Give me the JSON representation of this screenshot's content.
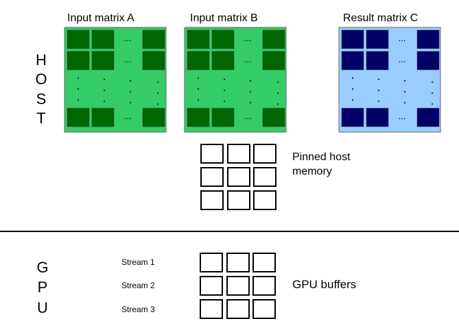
{
  "host": {
    "label_letters": [
      "H",
      "O",
      "S",
      "T"
    ],
    "matrices": [
      {
        "title": "Input matrix A",
        "fill": "#33cc66",
        "cell": "#006600"
      },
      {
        "title": "Input matrix B",
        "fill": "#33cc66",
        "cell": "#006600"
      },
      {
        "title": "Result matrix C",
        "fill": "#99ccff",
        "cell": "#000066"
      }
    ],
    "pinned_label_lines": [
      "Pinned host",
      "memory"
    ]
  },
  "gpu": {
    "label_letters": [
      "G",
      "P",
      "U"
    ],
    "streams": [
      "Stream 1",
      "Stream 2",
      "Stream 3"
    ],
    "buffers_label": "GPU buffers"
  },
  "ellipsis": "...",
  "colors": {
    "separator": "#000000",
    "buffer_stroke": "#000000"
  }
}
